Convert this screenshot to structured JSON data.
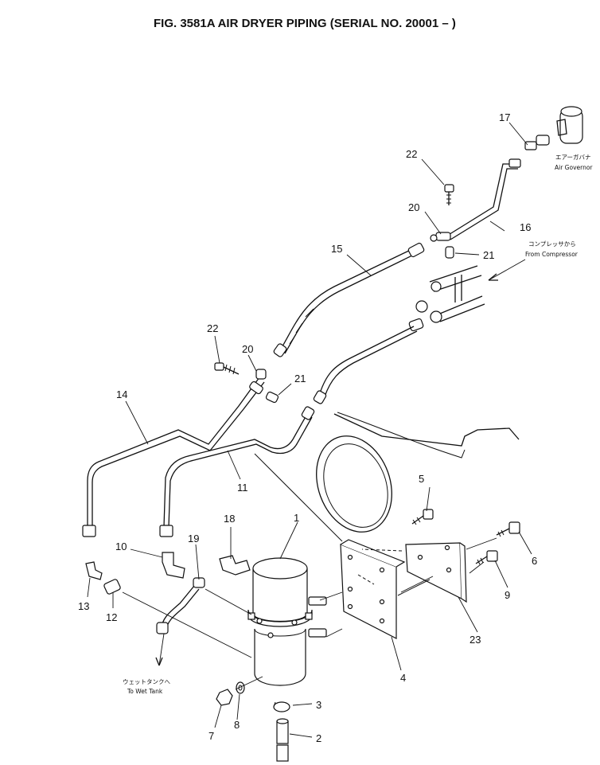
{
  "title": "FIG. 3581A  AIR DRYER PIPING (SERIAL NO. 20001 – )",
  "annotations": {
    "air_governor_jp": "エアーガバナ",
    "air_governor_en": "Air Governor",
    "from_compressor_jp": "コンプレッサから",
    "from_compressor_en": "From Compressor",
    "to_wet_tank_jp": "ウェットタンクへ",
    "to_wet_tank_en": "To Wet Tank"
  },
  "callouts": {
    "n1": "1",
    "n2": "2",
    "n3": "3",
    "n4": "4",
    "n5": "5",
    "n6": "6",
    "n7": "7",
    "n8": "8",
    "n9": "9",
    "n10": "10",
    "n11": "11",
    "n12": "12",
    "n13": "13",
    "n14": "14",
    "n15": "15",
    "n16": "16",
    "n17": "17",
    "n18": "18",
    "n19": "19",
    "n20a": "20",
    "n20b": "20",
    "n21a": "21",
    "n21b": "21",
    "n22a": "22",
    "n22b": "22",
    "n23": "23"
  }
}
